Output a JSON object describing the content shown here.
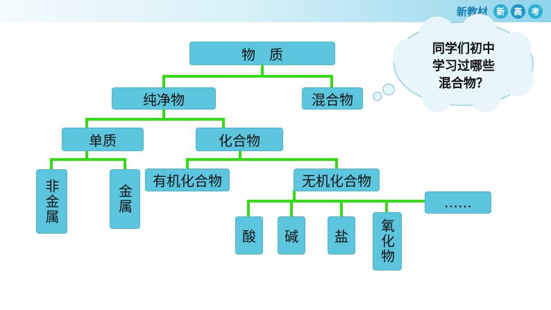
{
  "header": {
    "brand_text": "新教材",
    "badge_1": "新",
    "badge_2": "高",
    "badge_3": "考"
  },
  "colors": {
    "node_fill": "#5bc6dd",
    "connector": "#33dd11",
    "header_accent": "#8fd3ea"
  },
  "nodes": {
    "matter": "物　质",
    "pure_substance": "纯净物",
    "mixture": "混合物",
    "element": "单质",
    "compound": "化合物",
    "nonmetal": "非金属",
    "metal": "金属",
    "organic_compound": "有机化合物",
    "inorganic_compound": "无机化合物",
    "acid": "酸",
    "base": "碱",
    "salt": "盐",
    "oxide": "氧化物",
    "others": "……"
  },
  "callout": {
    "line_1": "同学们初中",
    "line_2": "学习过哪些",
    "line_3": "混合物？"
  }
}
